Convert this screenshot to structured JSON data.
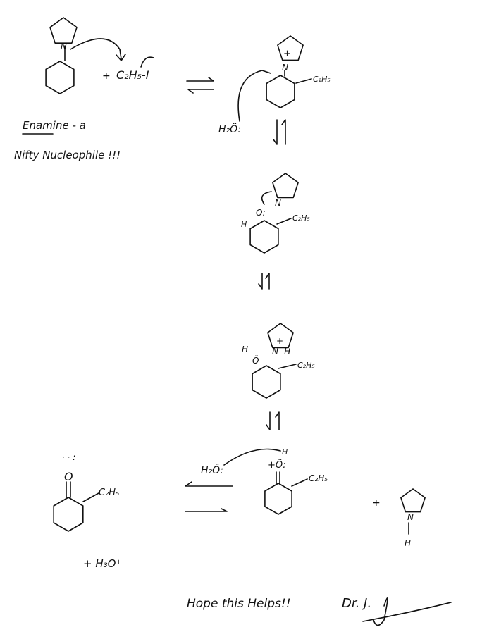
{
  "reagent": {
    "plus": "+",
    "alkyl_halide": "C₂H₅-I"
  },
  "caption": {
    "line1": "Enamine - a",
    "line2": "Nifty Nucleophile !!!"
  },
  "iminium": {
    "charge": "+",
    "nitrogen": "N",
    "ethyl": "C₂H₅"
  },
  "water": {
    "label": "H₂Ö:"
  },
  "step3": {
    "nitrogen": "N",
    "h": "H",
    "oxygen": "O:",
    "ethyl": "C₂H₅"
  },
  "step4": {
    "h_left": "H",
    "oxygen": "Ö",
    "nitrogen_h": "N- H",
    "charge": "+",
    "ethyl": "C₂H₅"
  },
  "step5": {
    "water": "H₂Ö:",
    "h": "H",
    "oxonium": "+Ö:",
    "ethyl": "C₂H₅"
  },
  "product": {
    "oxygen": "O",
    "ethyl": "C₂H₅",
    "byproduct": "+ H₃O⁺"
  },
  "amine": {
    "plus": "+",
    "nitrogen": "N",
    "h": "H"
  },
  "enamine": {
    "nitrogen": "N"
  },
  "footer": {
    "message": "Hope this Helps!!",
    "signature": "Dr. J."
  }
}
